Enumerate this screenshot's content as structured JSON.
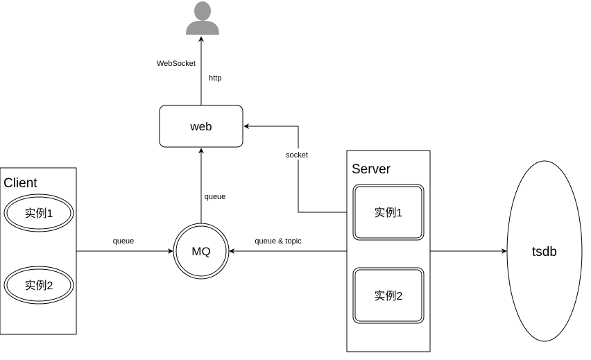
{
  "client": {
    "title": "Client",
    "instance1": "实例1",
    "instance2": "实例2"
  },
  "server": {
    "title": "Server",
    "instance1": "实例1",
    "instance2": "实例2"
  },
  "mq": {
    "label": "MQ"
  },
  "web": {
    "label": "web"
  },
  "tsdb": {
    "label": "tsdb"
  },
  "edges": {
    "client_to_mq": "queue",
    "server_to_mq": "queue & topic",
    "mq_to_web": "queue",
    "server_to_web": "socket",
    "web_to_user_left": "WebSocket",
    "web_to_user_right": "http"
  },
  "colors": {
    "stroke": "#000000",
    "fill": "#ffffff",
    "user_icon": "#999999"
  },
  "icons": {
    "user": "user-icon"
  }
}
